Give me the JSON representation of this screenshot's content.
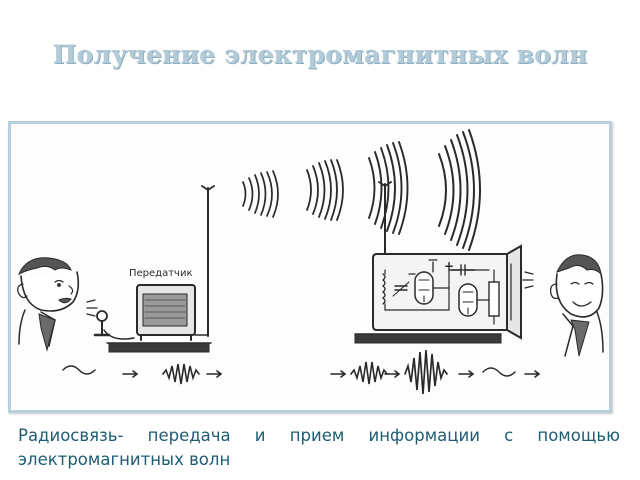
{
  "title": "Получение электромагнитных волн",
  "figure": {
    "transmitter_label": "Передатчик",
    "plus_sign": "+"
  },
  "caption": "Радиосвязь- передача и прием информации с помощью электромагнитных волн",
  "colors": {
    "title": "#b3cbd8",
    "caption": "#1d5c72",
    "frame_border": "#b9d0dc",
    "ink": "#2a2a2a"
  }
}
